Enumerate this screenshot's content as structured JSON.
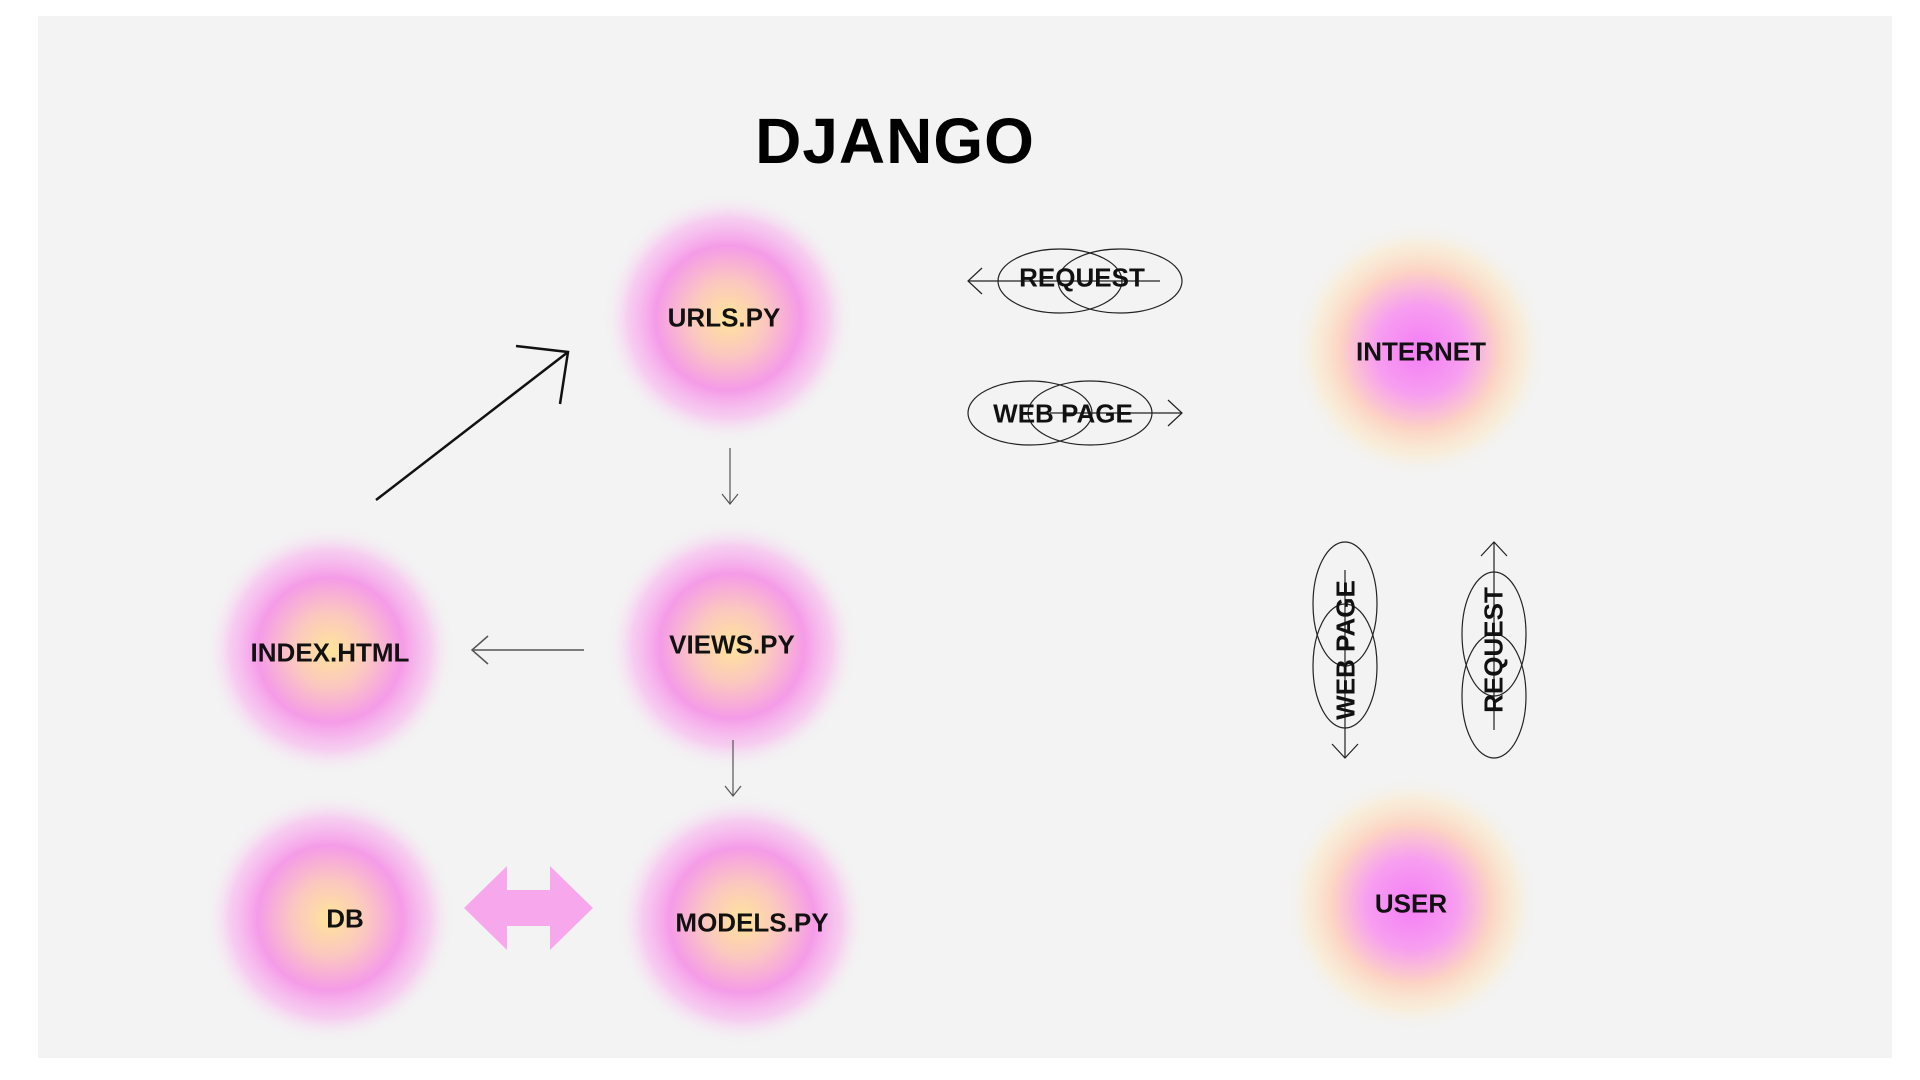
{
  "title": "DJANGO",
  "colors": {
    "slide_background": "#f3f3f3",
    "pink": "#f59be8",
    "peach": "#ffe49a",
    "magenta": "#f47cf6",
    "double_arrow": "#f7a8ec"
  },
  "nodes": {
    "urls": "URLS.PY",
    "views": "VIEWS.PY",
    "index": "INDEX.HTML",
    "models": "MODELS.PY",
    "db": "DB",
    "internet": "INTERNET",
    "user": "USER"
  },
  "edges": {
    "request_top": "REQUEST",
    "webpage_top": "WEB PAGE",
    "webpage_side": "WEB PAGE",
    "request_side": "REQUEST"
  }
}
